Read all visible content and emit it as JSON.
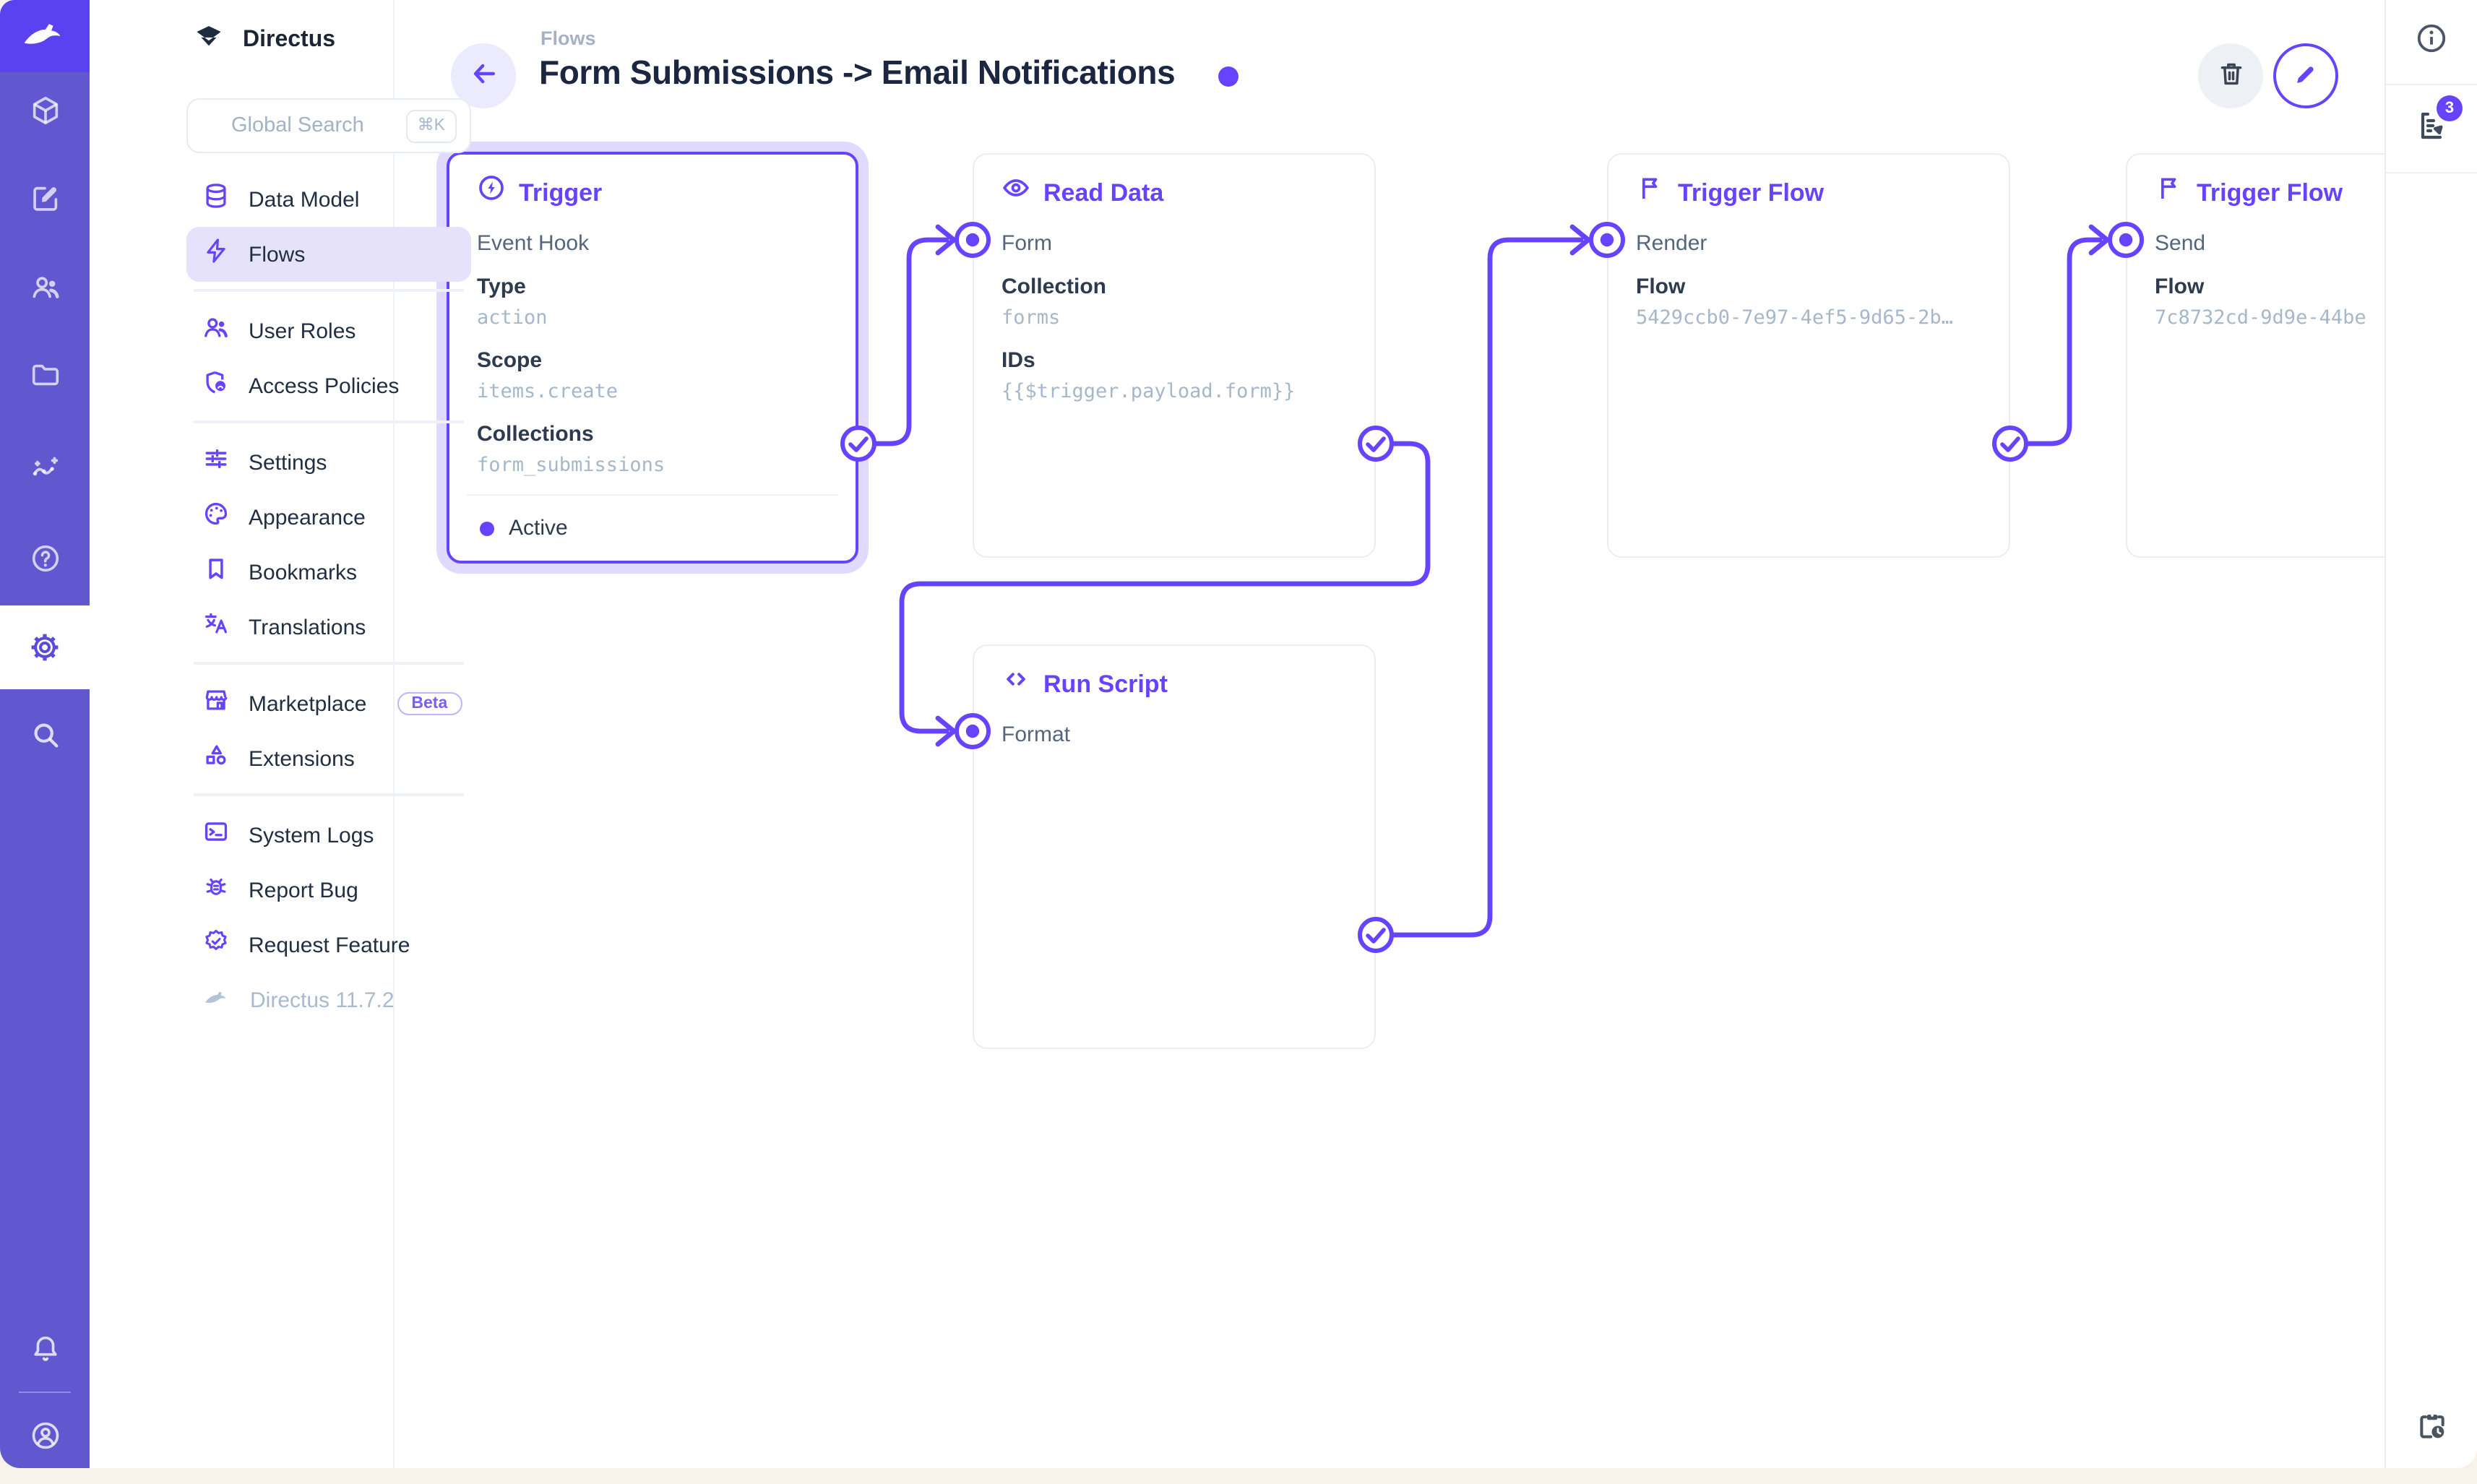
{
  "colors": {
    "accent": "#6644FF",
    "module_bar": "#6157CE",
    "logo_cell": "#5B42F0",
    "selection_halo": "rgba(102,68,255,0.20)",
    "mono_value": "#a6b7ca"
  },
  "app": {
    "name": "Directus",
    "version_label": "Directus 11.7.2"
  },
  "module_bar": {
    "modules": [
      "directus-logo",
      "content",
      "editor",
      "users",
      "files",
      "insights",
      "help",
      "settings",
      "search",
      "notifications",
      "account"
    ]
  },
  "nav": {
    "header": "Directus",
    "search": {
      "placeholder": "Global Search",
      "shortcut": "⌘K"
    },
    "items": [
      {
        "label": "Data Model"
      },
      {
        "label": "Flows",
        "active": true
      },
      {
        "label": "User Roles"
      },
      {
        "label": "Access Policies"
      },
      {
        "label": "Settings"
      },
      {
        "label": "Appearance"
      },
      {
        "label": "Bookmarks"
      },
      {
        "label": "Translations"
      },
      {
        "label": "Marketplace",
        "badge": "Beta"
      },
      {
        "label": "Extensions"
      },
      {
        "label": "System Logs"
      },
      {
        "label": "Report Bug"
      },
      {
        "label": "Request Feature"
      }
    ],
    "version": "Directus 11.7.2"
  },
  "header": {
    "breadcrumb": "Flows",
    "title": "Form Submissions -> Email Notifications"
  },
  "sidebar_right": {
    "log_badge_count": "3"
  },
  "flow": {
    "nodes": [
      {
        "id": "trigger",
        "type_label": "Trigger",
        "name": "Event Hook",
        "fields": [
          {
            "label": "Type",
            "value": "action"
          },
          {
            "label": "Scope",
            "value": "items.create"
          },
          {
            "label": "Collections",
            "value": "form_submissions"
          }
        ],
        "status": "Active",
        "selected": true
      },
      {
        "id": "read-data",
        "type_label": "Read Data",
        "name": "Form",
        "fields": [
          {
            "label": "Collection",
            "value": "forms"
          },
          {
            "label": "IDs",
            "value": "{{$trigger.payload.form}}"
          }
        ]
      },
      {
        "id": "run-script",
        "type_label": "Run Script",
        "name": "Format",
        "fields": []
      },
      {
        "id": "trigger-flow-render",
        "type_label": "Trigger Flow",
        "name": "Render",
        "fields": [
          {
            "label": "Flow",
            "value": "5429ccb0-7e97-4ef5-9d65-2b…"
          }
        ]
      },
      {
        "id": "trigger-flow-send",
        "type_label": "Trigger Flow",
        "name": "Send",
        "fields": [
          {
            "label": "Flow",
            "value": "7c8732cd-9d9e-44be"
          }
        ]
      }
    ]
  }
}
